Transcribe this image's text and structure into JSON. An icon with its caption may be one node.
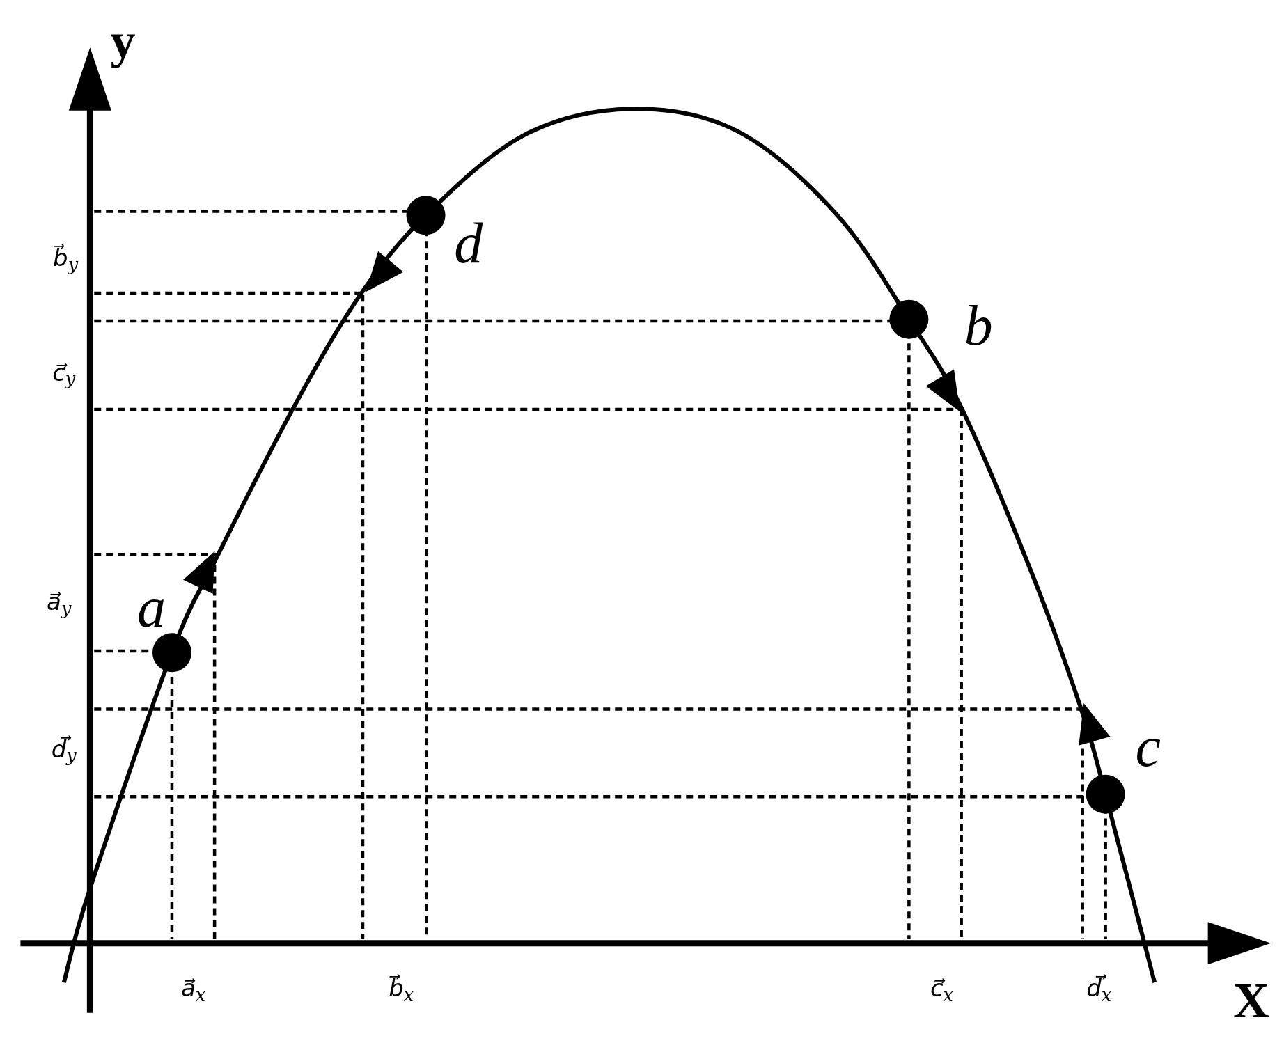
{
  "diagram": {
    "labels": [
      "y",
      "b⃗$_{y}$",
      "d",
      "b",
      "c⃗$_{y}$",
      "a⃗$_{y}$",
      "a",
      "d⃗$_{y}$",
      "c",
      "a⃗$_{x}$",
      "b⃗$_{x}$",
      "c⃗$_{x}$",
      "d⃗$_{x}$",
      "X"
    ]
  }
}
